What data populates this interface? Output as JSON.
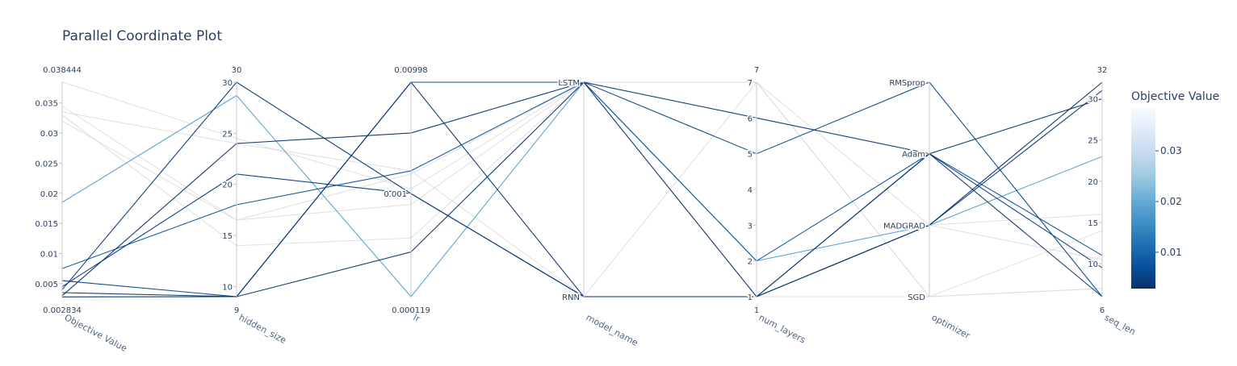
{
  "chart_data": {
    "type": "parallel-coordinates",
    "title": "Parallel Coordinate Plot",
    "axes": [
      {
        "key": "objective",
        "label": "Objective Value",
        "range": [
          0.002834,
          0.038444
        ],
        "range_labels": [
          "0.002834",
          "0.038444"
        ],
        "ticks": [
          0.005,
          0.01,
          0.015,
          0.02,
          0.025,
          0.03,
          0.035
        ],
        "tick_labels": [
          "0.005",
          "0.01",
          "0.015",
          "0.02",
          "0.025",
          "0.03",
          "0.035"
        ]
      },
      {
        "key": "hidden_size",
        "label": "hidden_size",
        "range": [
          9,
          30
        ],
        "range_labels": [
          "9",
          "30"
        ],
        "ticks": [
          10,
          15,
          20,
          25,
          30
        ],
        "tick_labels": [
          "10",
          "15",
          "20",
          "25",
          "30"
        ]
      },
      {
        "key": "lr",
        "label": "lr",
        "log": true,
        "range": [
          0.000119,
          0.00998
        ],
        "range_labels": [
          "0.000119",
          "0.00998"
        ],
        "ticks": [
          0.001
        ],
        "tick_labels": [
          "0.001"
        ]
      },
      {
        "key": "model_name",
        "label": "model_name",
        "categorical": true,
        "categories": [
          "RNN",
          "LSTM"
        ],
        "tick_labels": [
          "RNN",
          "LSTM"
        ]
      },
      {
        "key": "num_layers",
        "label": "num_layers",
        "range": [
          1,
          7
        ],
        "range_labels": [
          "1",
          "7"
        ],
        "ticks": [
          1,
          2,
          3,
          4,
          5,
          6,
          7
        ],
        "tick_labels": [
          "1",
          "2",
          "3",
          "4",
          "5",
          "6",
          "7"
        ]
      },
      {
        "key": "optimizer",
        "label": "optimizer",
        "categorical": true,
        "categories": [
          "SGD",
          "MADGRAD",
          "Adam",
          "RMSprop"
        ],
        "tick_labels": [
          "SGD",
          "MADGRAD",
          "Adam",
          "RMSprop"
        ]
      },
      {
        "key": "seq_len",
        "label": "seq_len",
        "range": [
          6,
          32
        ],
        "range_labels": [
          "6",
          "32"
        ],
        "ticks": [
          10,
          15,
          20,
          25,
          30
        ],
        "tick_labels": [
          "10",
          "15",
          "20",
          "25",
          "30"
        ]
      }
    ],
    "lines": [
      {
        "objective": 0.0385,
        "hidden_size": 24.5,
        "lr": 0.0011,
        "model_name": "LSTM",
        "num_layers": 1,
        "optimizer": "SGD",
        "seq_len": 14
      },
      {
        "objective": 0.0345,
        "hidden_size": 16.5,
        "lr": 0.0015,
        "model_name": "LSTM",
        "num_layers": 7,
        "optimizer": "SGD",
        "seq_len": 7
      },
      {
        "objective": 0.0335,
        "hidden_size": 24.0,
        "lr": 0.0016,
        "model_name": "RNN",
        "num_layers": 7,
        "optimizer": "SGD",
        "seq_len": 7
      },
      {
        "objective": 0.033,
        "hidden_size": 14.0,
        "lr": 0.0004,
        "model_name": "LSTM",
        "num_layers": 7,
        "optimizer": "MADGRAD",
        "seq_len": 16
      },
      {
        "objective": 0.032,
        "hidden_size": 16.5,
        "lr": 0.0008,
        "model_name": "LSTM",
        "num_layers": 1,
        "optimizer": "MADGRAD",
        "seq_len": 10.5
      },
      {
        "objective": 0.0185,
        "hidden_size": 28.7,
        "lr": 0.000119,
        "model_name": "LSTM",
        "num_layers": 2,
        "optimizer": "MADGRAD",
        "seq_len": 23
      },
      {
        "objective": 0.0075,
        "hidden_size": 18.0,
        "lr": 0.0016,
        "model_name": "LSTM",
        "num_layers": 2,
        "optimizer": "Adam",
        "seq_len": 11
      },
      {
        "objective": 0.0055,
        "hidden_size": 9.0,
        "lr": 0.00998,
        "model_name": "LSTM",
        "num_layers": 5,
        "optimizer": "RMSprop",
        "seq_len": 6
      },
      {
        "objective": 0.0045,
        "hidden_size": 21.0,
        "lr": 0.001,
        "model_name": "RNN",
        "num_layers": 1,
        "optimizer": "Adam",
        "seq_len": 9.5
      },
      {
        "objective": 0.004,
        "hidden_size": 30.0,
        "lr": 0.001,
        "model_name": "RNN",
        "num_layers": 1,
        "optimizer": "MADGRAD",
        "seq_len": 31
      },
      {
        "objective": 0.0035,
        "hidden_size": 9.0,
        "lr": 0.0003,
        "model_name": "LSTM",
        "num_layers": 6,
        "optimizer": "Adam",
        "seq_len": 6
      },
      {
        "objective": 0.003,
        "hidden_size": 24.0,
        "lr": 0.0035,
        "model_name": "LSTM",
        "num_layers": 1,
        "optimizer": "Adam",
        "seq_len": 30
      },
      {
        "objective": 0.0028,
        "hidden_size": 9.0,
        "lr": 0.00998,
        "model_name": "RNN",
        "num_layers": 1,
        "optimizer": "MADGRAD",
        "seq_len": 32
      }
    ],
    "colorbar": {
      "title": "Objective Value",
      "ticks": [
        0.01,
        0.02,
        0.03
      ],
      "tick_labels": [
        "0.01",
        "0.02",
        "0.03"
      ],
      "colorscale": [
        "#08306b",
        "#08519c",
        "#2171b5",
        "#4292c6",
        "#6baed6",
        "#9ecae1",
        "#c6dbef",
        "#deebf7",
        "#f7fbff"
      ]
    }
  }
}
